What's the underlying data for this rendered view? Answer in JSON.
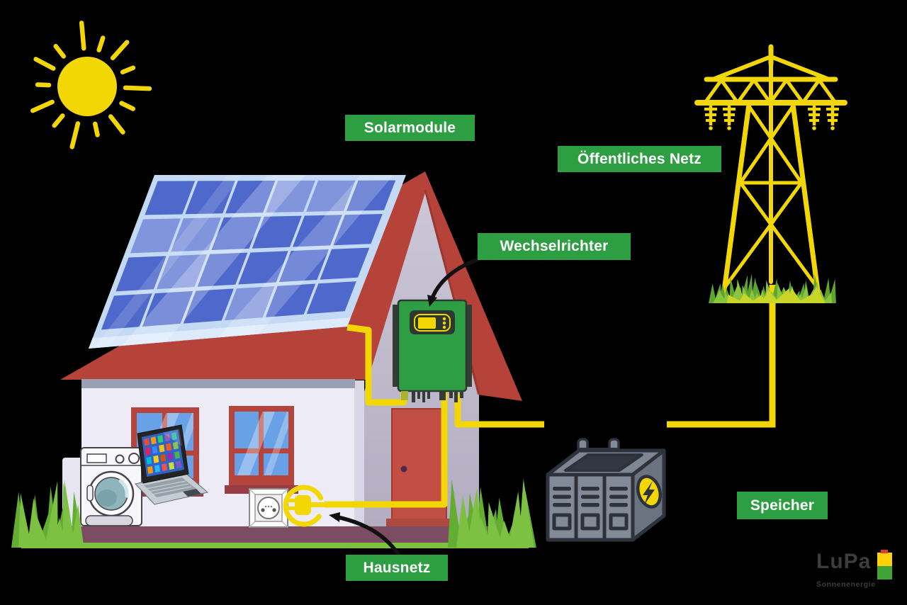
{
  "labels": {
    "solarmodule": "Solarmodule",
    "oeffentliches_netz": "Öffentliches Netz",
    "wechselrichter": "Wechselrichter",
    "speicher": "Speicher",
    "hausnetz": "Hausnetz"
  },
  "logo": {
    "name": "LuPa",
    "subtitle": "Sonnenenergie"
  },
  "icons": {
    "sun-icon": "sun with rays",
    "power-pylon-icon": "electricity transmission tower",
    "solar-panel-icon": "solar module array on roof",
    "inverter-icon": "wall-mounted inverter with display",
    "battery-icon": "storage battery with lightning bolt",
    "plug-icon": "power plug in circle",
    "power-socket-icon": "wall socket",
    "washing-machine-icon": "washing machine",
    "laptop-icon": "laptop with app screen",
    "house-icon": "house with red roof",
    "arrow-icon": "curved black pointer arrow"
  },
  "colors": {
    "background": "#000000",
    "label_bg": "#2e9e43",
    "label_text": "#ffffff",
    "wire": "#f2d704",
    "sun": "#f2d704",
    "pylon": "#f2d704",
    "roof": "#b5433a",
    "roof_edge": "#9a382f",
    "front_wall": "#edecf6",
    "gable_top": "#cbc7d8",
    "gable_bottom": "#b2adc0",
    "junction": "#d8d5e4",
    "eave_shadow": "#9aa0b2",
    "porch": "#7b4c62",
    "grass": "#7dc142",
    "grass_dark": "#64ad33",
    "grass_yellow": "#c9d628",
    "panel_frame": "#c3d9f4",
    "panel_frame_edge": "#ddeafc",
    "panel_cell": "#4e68cc",
    "panel_cell_light": "#8095dc",
    "window_frame": "#b5443c",
    "window_glass": "#69a1e6",
    "sill": "#993d44",
    "door": "#c14f44",
    "door_sill": "#ad4a40",
    "inverter_green": "#2e9e44",
    "inverter_dark": "#333d35",
    "connector_yellowgreen": "#a9b42e",
    "battery_front": "#828a97",
    "battery_side": "#6b7280",
    "battery_top_face": "#7e8694",
    "battery_dark": "#2e323a",
    "arrow_black": "#111111",
    "laptop_icons": [
      "#e74c3c",
      "#f39c12",
      "#2ecc71",
      "#9b59b6",
      "#1abc9c",
      "#e91e63",
      "#3a86ff",
      "#f1c40f",
      "#ff5722",
      "#8bc34a",
      "#00bcd4",
      "#ffca28",
      "#d35400",
      "#9c27b0",
      "#4caf50",
      "#ff9800",
      "#29b6f6",
      "#ef5350",
      "#cddc39",
      "#7e57c2"
    ]
  }
}
